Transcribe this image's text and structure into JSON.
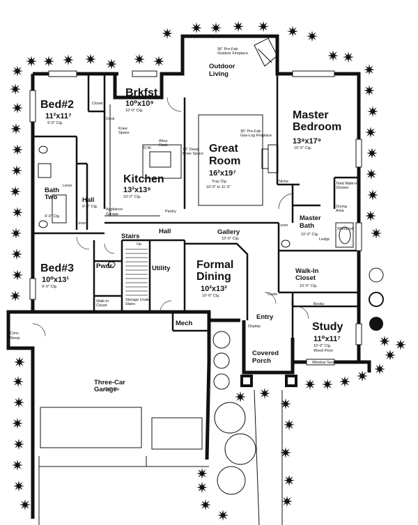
{
  "rooms": {
    "outdoor_living": {
      "title": "Outdoor Living",
      "note": "36\" Pre-Fab Outdoor Fireplace"
    },
    "bed2": {
      "title": "Bed#2",
      "dims": "11²x11⁷",
      "ceiling": "9'-0\" Clg."
    },
    "brkfst": {
      "title": "Brkfst",
      "dims": "10⁰x10⁹",
      "ceiling": "10'-0\" Clg."
    },
    "great_room": {
      "title": "Great Room",
      "dims": "16²x19⁷",
      "ceiling": "Tray Clg.",
      "ceiling2": "10'-0\" to 11'-0\"",
      "note": "36\" Pre-Fab Gas-Log Fireplace"
    },
    "master_bedroom": {
      "title": "Master Bedroom",
      "dims": "13⁸x17⁹",
      "ceiling": "10'-0\" Clg."
    },
    "kitchen": {
      "title": "Kitchen",
      "dims": "13²x13⁹",
      "ceiling": "10'-0\" Clg."
    },
    "bath_two": {
      "title": "Bath Two",
      "ceiling": "9'-0\" Clg."
    },
    "hall_left": {
      "title": "Hall",
      "ceiling": "9'-0\" Clg."
    },
    "master_bath": {
      "title": "Master Bath",
      "ceiling": "10'-0\" Clg."
    },
    "gallery": {
      "title": "Gallery",
      "ceiling": "10'-0\" Clg."
    },
    "bed3": {
      "title": "Bed#3",
      "dims": "10⁰x13¹",
      "ceiling": "9'-0\" Clg."
    },
    "pwdr": {
      "title": "Pwdr."
    },
    "utility": {
      "title": "Utility"
    },
    "formal_dining": {
      "title": "Formal Dining",
      "dims": "10²x13²",
      "ceiling": "10'-0\" Clg."
    },
    "walk_in_closet_master": {
      "title": "Walk-In Closet",
      "ceiling": "10'-0\" Clg."
    },
    "walk_in_closet_bed3": {
      "title": "Walk-In Closet"
    },
    "mech": {
      "title": "Mech"
    },
    "entry": {
      "title": "Entry"
    },
    "study": {
      "title": "Study",
      "dims": "11⁰x11⁷",
      "ceiling": "10'-0\" Clg.",
      "floor": "Wood Floor"
    },
    "covered_porch": {
      "title": "Covered Porch"
    },
    "garage": {
      "title": "Three-Car Garage",
      "ceiling": "9'-0\" Clg."
    },
    "conc_stoop": {
      "title": "Conc. Stoop"
    },
    "stairs": {
      "title": "Stairs",
      "dir": "Up"
    },
    "hall_center": {
      "title": "Hall"
    }
  },
  "labels": {
    "closet": "Closet",
    "desk": "Desk",
    "knee_space": "Knee Space",
    "wine_rack": "Wine Rack",
    "dw": "D.W.",
    "bar": "18\" Deep Knee Space",
    "linen": "Linen",
    "linen2": "Linen",
    "linen3": "Linen",
    "appliance_garage": "Appliance Garage",
    "pantry": "Pantry",
    "niche": "Niche",
    "tiled_shower": "Tiled Walk-In Shower",
    "drying_area": "Drying Area",
    "whirlpool": "Whirlpool",
    "ledge": "Ledge",
    "coats": "Coats",
    "books": "Books",
    "window_seat": "Window Seat",
    "display": "Display",
    "storage": "Storage Under Stairs"
  }
}
